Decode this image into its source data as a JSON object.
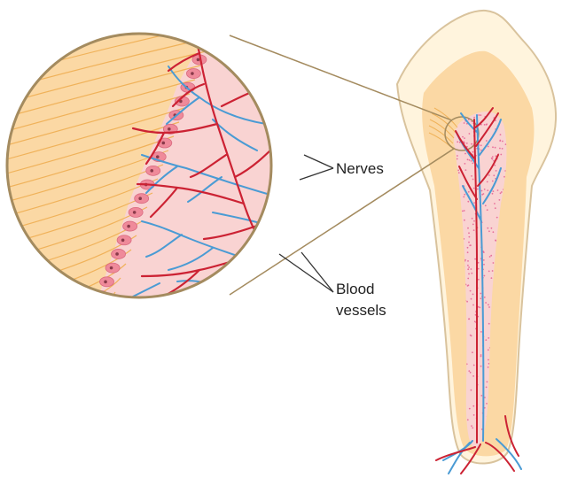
{
  "labels": {
    "nerves": "Nerves",
    "blood_vessels_line1": "Blood",
    "blood_vessels_line2": "vessels"
  },
  "colors": {
    "dentin": "#fbd8a4",
    "dentin_lines": "#f0b25a",
    "enamel": "#fff4dd",
    "crown_outline": "#d9c39d",
    "pulp": "#f9d3d2",
    "pulp_dots": "#e8709a",
    "blood_vessel": "#cc2233",
    "nerve": "#4a9bd4",
    "odontoblast": "#ef8a9a",
    "magnifier_ring": "#a48b5f",
    "leader_line": "#333333"
  },
  "icons": {
    "magnifier": "magnified-circle",
    "tooth": "tooth-cross-section"
  }
}
